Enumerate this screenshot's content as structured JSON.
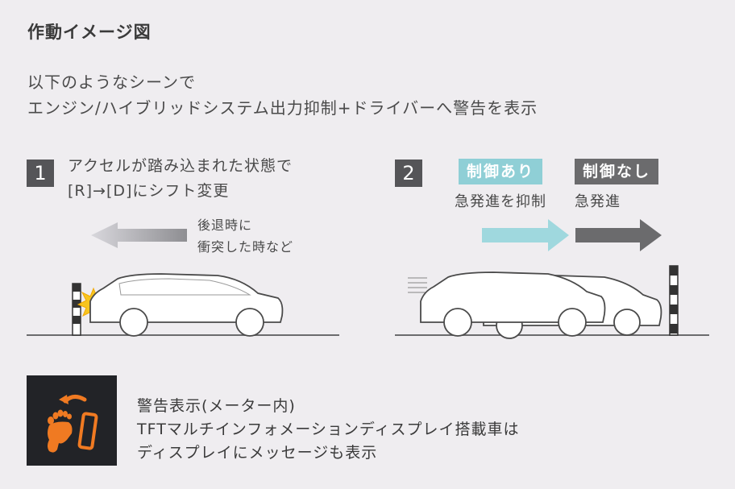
{
  "title": "作動イメージ図",
  "intro": {
    "line1": "以下のようなシーンで",
    "line2": "エンジン/ハイブリッドシステム出力抑制+ドライバーへ警告を表示"
  },
  "scene1": {
    "number": "1",
    "line1": "アクセルが踏み込まれた状態で",
    "line2": "[R]→[D]にシフト変更",
    "note1": "後退時に",
    "note2": "衝突した時など"
  },
  "scene2": {
    "number": "2",
    "tag_on": "制御あり",
    "tag_off": "制御なし",
    "sub_on": "急発進を抑制",
    "sub_off": "急発進"
  },
  "warning": {
    "icon": "accelerator-pedal-warning-icon",
    "line1": "警告表示(メーター内)",
    "line2": "TFTマルチインフォメーションディスプレイ搭載車は",
    "line3": "ディスプレイにメッセージも表示"
  },
  "colors": {
    "background": "#efedf0",
    "tag_on": "#8fcfd6",
    "tag_off": "#6b6b6d",
    "warning_icon": "#f07a22",
    "impact": "#f7c520"
  }
}
